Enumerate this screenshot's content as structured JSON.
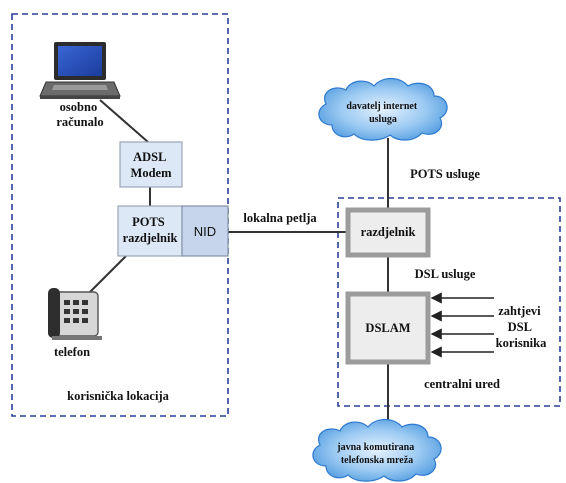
{
  "customer": {
    "pc_label_line1": "osobno",
    "pc_label_line2": "računalo",
    "modem_line1": "ADSL",
    "modem_line2": "Modem",
    "splitter_line1": "POTS",
    "splitter_line2": "razdjelnik",
    "nid": "NID",
    "phone_label": "telefon",
    "area_label": "korisnička lokacija"
  },
  "loop_label": "lokalna petlja",
  "provider": {
    "isp_cloud_line1": "davatelj internet",
    "isp_cloud_line2": "usluga",
    "pots_services": "POTS usluge",
    "splitter": "razdjelnik",
    "dsl_services": "DSL usluge",
    "dslam": "DSLAM",
    "requests_line1": "zahtjevi",
    "requests_line2": "DSL",
    "requests_line3": "korisnika",
    "area_label": "centralni ured",
    "pstn_cloud_line1": "javna komutirana",
    "pstn_cloud_line2": "telefonska mreža"
  },
  "colors": {
    "dashed_border": "#2a3f9a",
    "box_fill": "#dde8f6",
    "box_stroke": "#9aa6b8",
    "cloud_fill": "#5ea7e6"
  }
}
